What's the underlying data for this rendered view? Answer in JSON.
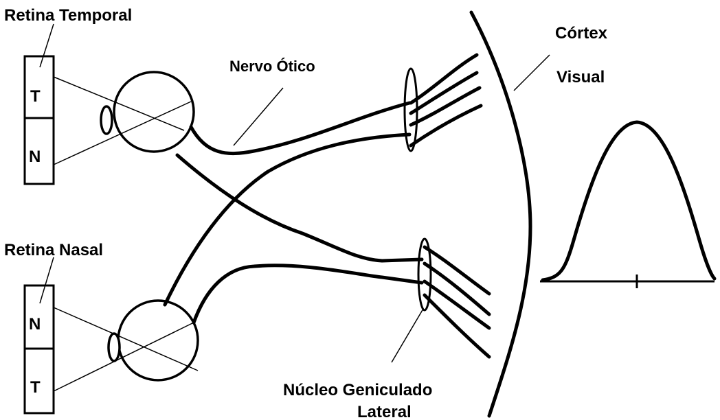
{
  "labels": {
    "retina_temporal": "Retina Temporal",
    "retina_nasal": "Retina Nasal",
    "nervo_otico": "Nervo Ótico",
    "cortex_line1": "Córtex",
    "cortex_line2": "Visual",
    "nucleo_line1": "Núcleo Geniculado",
    "nucleo_line2": "Lateral"
  },
  "retina_boxes": {
    "top": {
      "upper": "T",
      "lower": "N"
    },
    "bottom": {
      "upper": "N",
      "lower": "T"
    }
  },
  "colors": {
    "ink": "#000000",
    "background": "#ffffff"
  }
}
